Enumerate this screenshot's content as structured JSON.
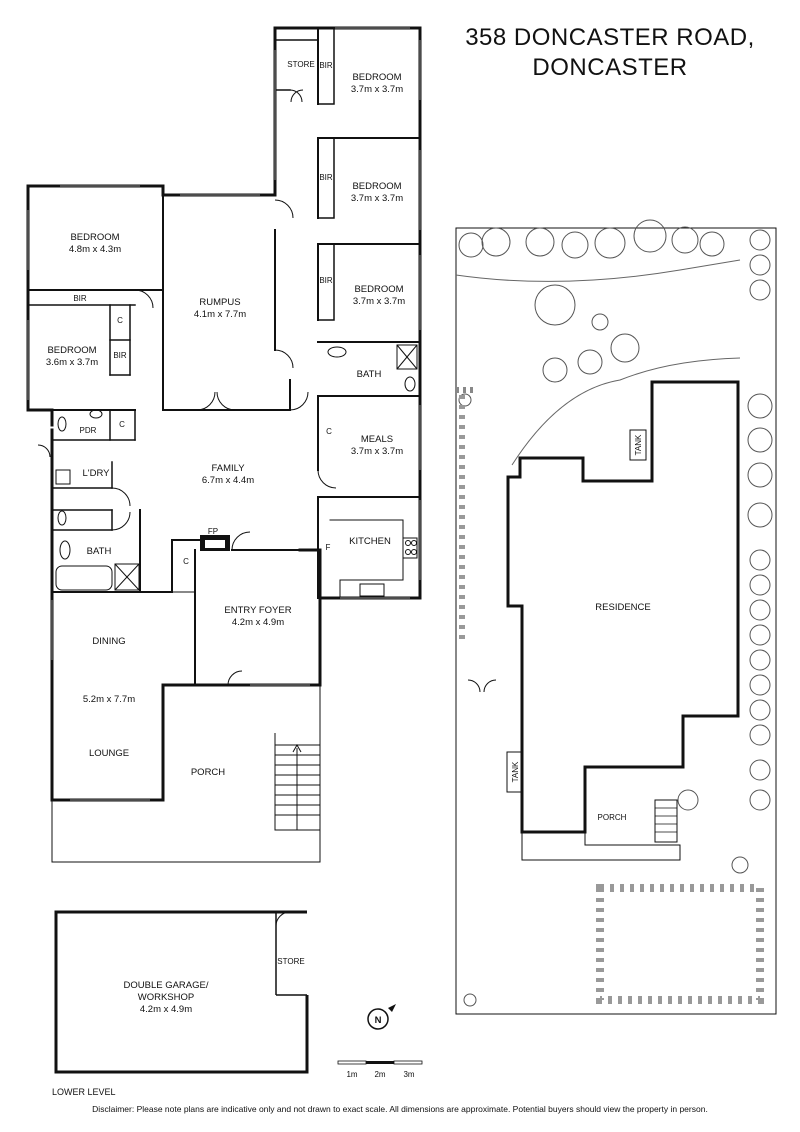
{
  "title": {
    "line1": "358 DONCASTER ROAD,",
    "line2": "DONCASTER"
  },
  "rooms": {
    "store_top": "STORE",
    "bir_top": "BIR",
    "bed1": {
      "name": "BEDROOM",
      "size": "3.7m x 3.7m"
    },
    "bir_2": "BIR",
    "bed2": {
      "name": "BEDROOM",
      "size": "3.7m x 3.7m"
    },
    "bir_3": "BIR",
    "bed3": {
      "name": "BEDROOM",
      "size": "3.7m x 3.7m"
    },
    "bed_left": {
      "name": "BEDROOM",
      "size": "4.8m x 4.3m"
    },
    "bir_left": "BIR",
    "rumpus": {
      "name": "RUMPUS",
      "size": "4.1m x 7.7m"
    },
    "c1": "C",
    "bir_small": "BIR",
    "bed_left2": {
      "name": "BEDROOM",
      "size": "3.6m x 3.7m"
    },
    "bath_top": "BATH",
    "pdr": "PDR",
    "c2": "C",
    "c3": "C",
    "meals": {
      "name": "MEALS",
      "size": "3.7m x 3.7m"
    },
    "ldry": "L'DRY",
    "family": {
      "name": "FAMILY",
      "size": "6.7m x 4.4m"
    },
    "fp": "FP",
    "f": "F",
    "kitchen": "KITCHEN",
    "bath_low": "BATH",
    "c4": "C",
    "entry": {
      "name": "ENTRY FOYER",
      "size": "4.2m x 4.9m"
    },
    "dining": "DINING",
    "dl_size": "5.2m x 7.7m",
    "lounge": "LOUNGE",
    "porch": "PORCH",
    "garage": {
      "line1": "DOUBLE GARAGE/",
      "line2": "WORKSHOP",
      "size": "4.2m x 4.9m"
    },
    "garage_store": "STORE"
  },
  "site": {
    "residence": "RESIDENCE",
    "tank1": "TANK",
    "tank2": "TANK",
    "porch": "PORCH"
  },
  "compass": "N",
  "scale": {
    "labels": [
      "1m",
      "2m",
      "3m"
    ]
  },
  "lower_level": "LOWER LEVEL",
  "disclaimer": "Disclaimer: Please note plans are indicative only and not drawn to exact scale. All dimensions are approximate. Potential buyers should view the property in person."
}
